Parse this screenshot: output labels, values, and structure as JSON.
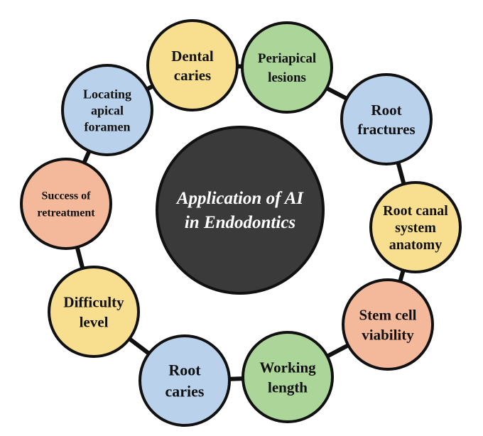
{
  "center": {
    "lines": [
      "Application of AI",
      "in Endodontics"
    ],
    "color": "#3a3a3a"
  },
  "nodes": [
    {
      "id": "dental-caries",
      "lines": [
        "Dental",
        "caries"
      ],
      "color": "#f8df8f"
    },
    {
      "id": "periapical-lesions",
      "lines": [
        "Periapical",
        "lesions"
      ],
      "color": "#acd59a"
    },
    {
      "id": "root-fractures",
      "lines": [
        "Root",
        "fractures"
      ],
      "color": "#b9d1ea"
    },
    {
      "id": "root-canal-system-anatomy",
      "lines": [
        "Root canal",
        "system",
        "anatomy"
      ],
      "color": "#f8df8f"
    },
    {
      "id": "stem-cell-viability",
      "lines": [
        "Stem cell",
        "viability"
      ],
      "color": "#f4b99b"
    },
    {
      "id": "working-length",
      "lines": [
        "Working",
        "length"
      ],
      "color": "#acd59a"
    },
    {
      "id": "root-caries",
      "lines": [
        "Root",
        "caries"
      ],
      "color": "#b9d1ea"
    },
    {
      "id": "difficulty-level",
      "lines": [
        "Difficulty",
        "level"
      ],
      "color": "#f8df8f"
    },
    {
      "id": "success-of-retreatment",
      "lines": [
        "Success of",
        "retreatment"
      ],
      "color": "#f4b99b"
    },
    {
      "id": "locating-apical-foramen",
      "lines": [
        "Locating",
        "apical",
        "foramen"
      ],
      "color": "#b9d1ea"
    }
  ],
  "outline_color": "#111111"
}
